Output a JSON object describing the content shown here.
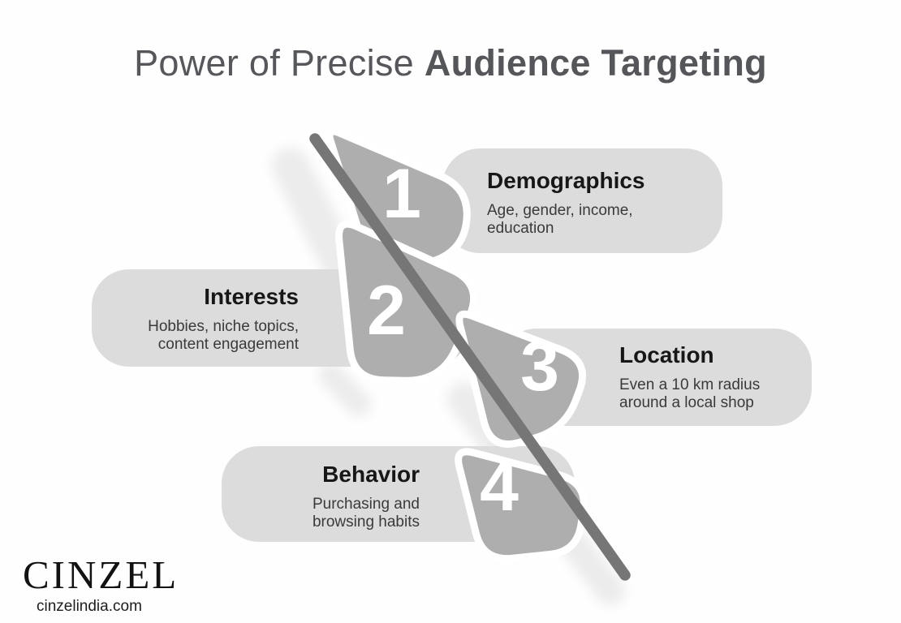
{
  "title": {
    "regular": "Power of Precise ",
    "bold": "Audience Targeting"
  },
  "steps": [
    {
      "number": "1",
      "heading": "Demographics",
      "description": "Age, gender, income,\neducation"
    },
    {
      "number": "2",
      "heading": "Interests",
      "description": "Hobbies, niche topics,\ncontent engagement"
    },
    {
      "number": "3",
      "heading": "Location",
      "description": "Even a 10 km radius\naround a local shop"
    },
    {
      "number": "4",
      "heading": "Behavior",
      "description": "Purchasing and\nbrowsing habits"
    }
  ],
  "footer": {
    "brand": "CINZEL",
    "website": "cinzelindia.com"
  },
  "colors": {
    "background": "#fefefe",
    "card": "#dcdcdc",
    "shape": "#aeaeae",
    "diagonal_line": "#767676",
    "shadow": "#ececec",
    "title": "#56575b",
    "heading": "#171717",
    "body_text": "#3a3a3a",
    "number": "#ffffff",
    "brand_text": "#121212"
  }
}
